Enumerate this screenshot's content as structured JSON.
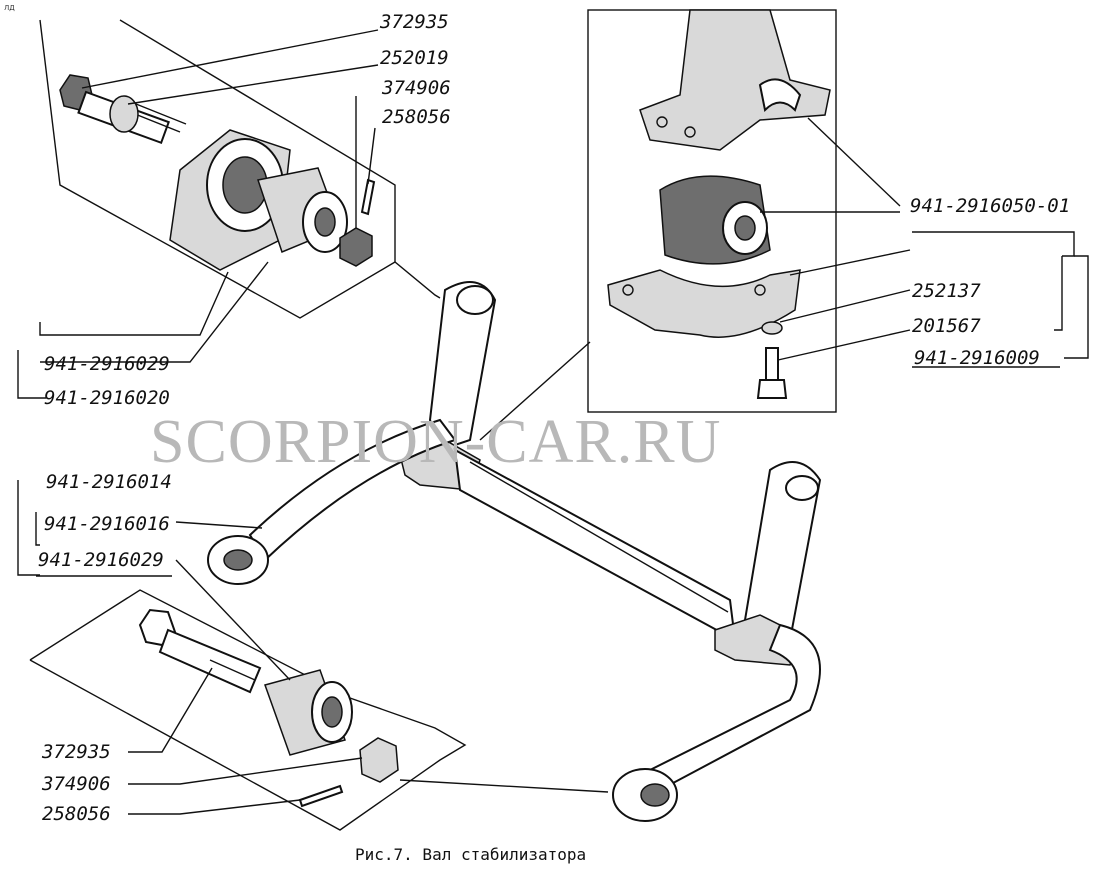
{
  "figure": {
    "mark": "ЛД",
    "watermark": "SCORPION-CAR.RU",
    "caption": "Рис.7. Вал стабилизатора"
  },
  "labels": {
    "top_left": [
      "372935",
      "252019",
      "374906",
      "258056"
    ],
    "left_group_a": [
      "941-2916029",
      "941-2916020"
    ],
    "left_group_b": [
      "941-2916014",
      "941-2916016",
      "941-2916029"
    ],
    "bottom_left": [
      "372935",
      "374906",
      "258056"
    ],
    "right": [
      "941-2916050-01",
      "252137",
      "201567",
      "941-2916009"
    ]
  }
}
